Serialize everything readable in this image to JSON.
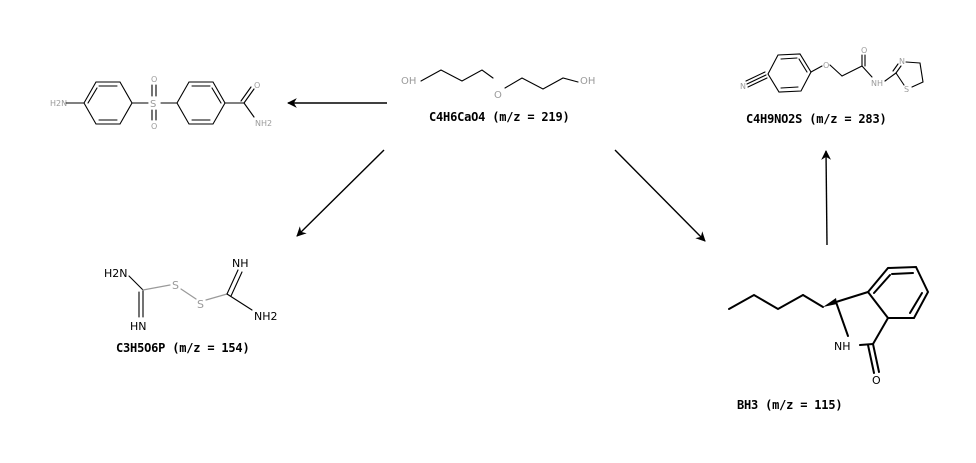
{
  "compounds": {
    "center": {
      "label": "C4H6CaO4 (m/z = 219)"
    },
    "top_left": {
      "label": ""
    },
    "bottom_left": {
      "label": "C3H5O6P (m/z = 154)"
    },
    "top_right": {
      "label": "C4H9NO2S (m/z = 283)"
    },
    "bottom_right": {
      "label": "BH3 (m/z = 115)"
    }
  },
  "atoms": {
    "oh": "OH",
    "o": "O",
    "h2n": "H2N",
    "nh2_sub": "NH2",
    "s": "S",
    "nh": "NH",
    "hn": "HN",
    "nh2": "NH2",
    "n": "N",
    "nh_amide": "NH",
    "n_thz": "N",
    "s_thz": "S",
    "n_nitrile": "N"
  },
  "colors": {
    "bond": "#000000",
    "heteroatom_gray": "#9a9a9a",
    "background": "#ffffff"
  }
}
